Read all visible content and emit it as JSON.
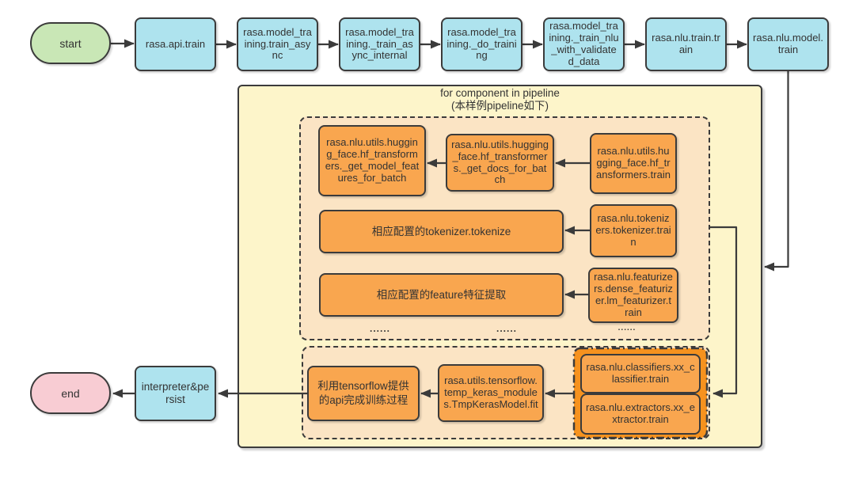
{
  "flow": {
    "title_line1": "for component in pipeline",
    "title_line2": "(本样例pipeline如下)",
    "start": "start",
    "end": "end",
    "top_steps": [
      "rasa.api.train",
      "rasa.model_training.train_async",
      "rasa.model_training._train_async_internal",
      "rasa.model_training._do_training",
      "rasa.model_training._train_nlu_with_validated_data",
      "rasa.nlu.train.train",
      "rasa.nlu.model.train"
    ],
    "hf": {
      "get_model_features": "rasa.nlu.utils.hugging_face.hf_transformers._get_model_features_for_batch",
      "get_docs": "rasa.nlu.utils.hugging_face.hf_transformers._get_docs_for_batch",
      "train": "rasa.nlu.utils.hugging_face.hf_transformers.train"
    },
    "tokenizer": {
      "action": "相应配置的tokenizer.tokenize",
      "train": "rasa.nlu.tokenizers.tokenizer.train"
    },
    "featurizer": {
      "action": "相应配置的feature特征提取",
      "train": "rasa.nlu.featurizers.dense_featurizer.lm_featurizer.train"
    },
    "ellipsis": "......",
    "bottom": {
      "tensorflow_api": "利用tensorflow提供的api完成训练过程",
      "tmp_keras": "rasa.utils.tensorflow.temp_keras_modules.TmpKerasModel.fit",
      "classifier": "rasa.nlu.classifiers.xx_classifier.train",
      "extractor": "rasa.nlu.extractors.xx_extractor.train",
      "interpreter": "interpreter&persist"
    },
    "colors": {
      "terminal_green": "#c9e7b6",
      "terminal_pink": "#f8ccd3",
      "step_cyan": "#aee3ee",
      "container_yellow": "#fdf5ca",
      "container_peach": "#fbe4c4",
      "node_orange": "#f9a64f",
      "group_orange": "#f6921e",
      "line": "#3b3b3b"
    }
  }
}
